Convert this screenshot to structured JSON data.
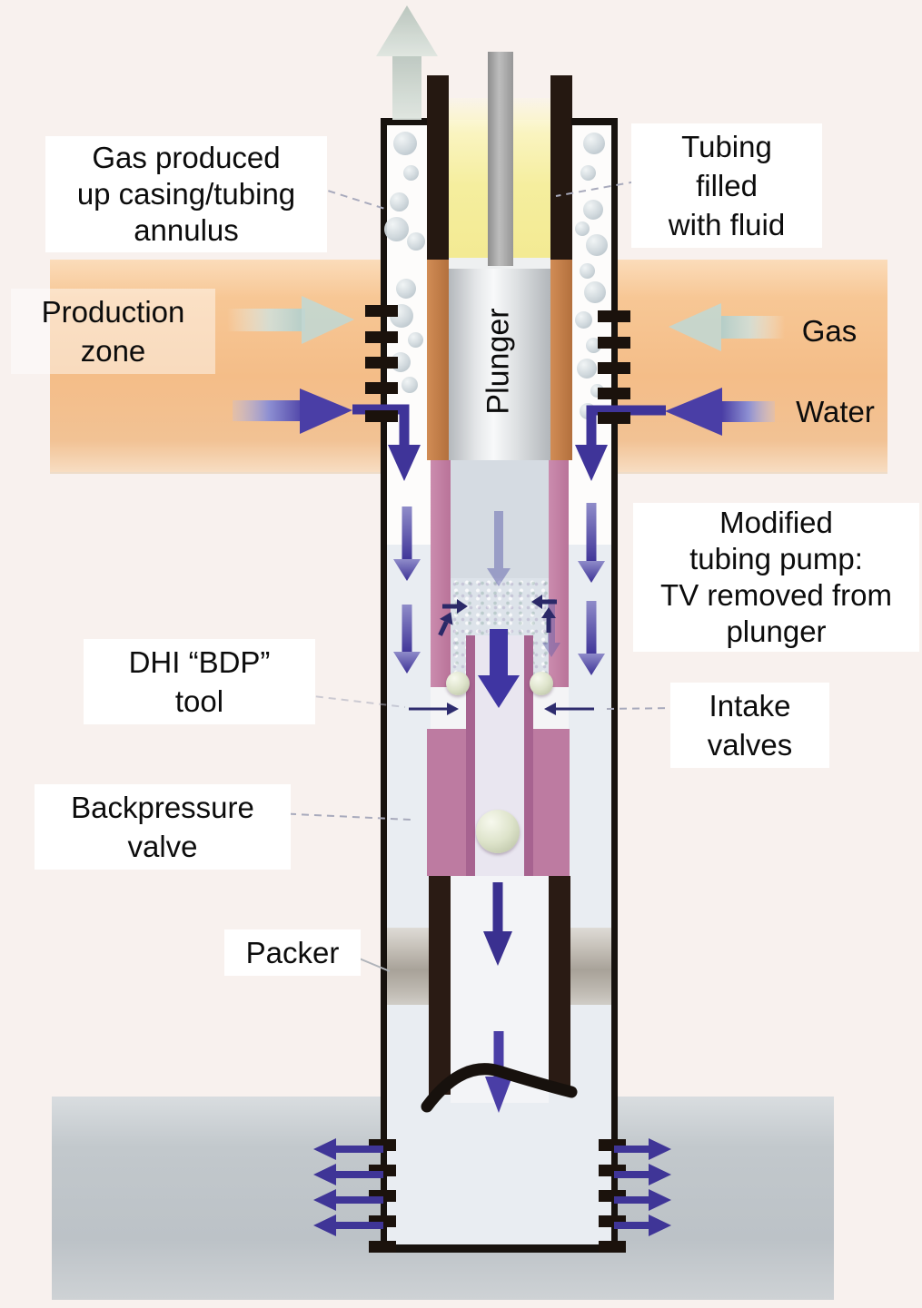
{
  "labels": {
    "gas_produced": [
      "Gas produced",
      "up casing/tubing",
      "annulus"
    ],
    "tubing_filled": [
      "Tubing",
      "filled",
      "with fluid"
    ],
    "production_zone": [
      "Production",
      "zone"
    ],
    "gas": "Gas",
    "water": "Water",
    "plunger": "Plunger",
    "modified_pump": [
      "Modified",
      "tubing pump:",
      "TV removed from",
      "plunger"
    ],
    "dhi_tool": [
      "DHI “BDP”",
      "tool"
    ],
    "intake_valves": [
      "Intake",
      "valves"
    ],
    "backpressure_valve": [
      "Backpressure",
      "valve"
    ],
    "packer": "Packer"
  },
  "icons": {
    "gas-up-arrow": "↑",
    "gas-inflow-arrow": "→",
    "water-inflow-arrow": "→",
    "annulus-down-arrow": "↓",
    "pump-flow-down-arrow": "↓",
    "water-outflow-arrow": "→"
  },
  "colors": {
    "background": "#f8f1ee",
    "production_zone_band": "#f4bd88",
    "lower_zone_band": "#c2c8cc",
    "tubing_fluid_yellow": "#f5ee9e",
    "water_arrow_blue": "#473ca5",
    "gas_arrow_pale": "#c7dad6",
    "pump_barrel_pink": "#c282a6",
    "dip_tube_pink": "#a76390",
    "casing_black": "#17120e",
    "tubing_wall_dark": "#251811",
    "tubing_wall_orange": "#c8824e",
    "packer_gray": "#b3ada5",
    "valve_ball": "#dde3ca"
  }
}
